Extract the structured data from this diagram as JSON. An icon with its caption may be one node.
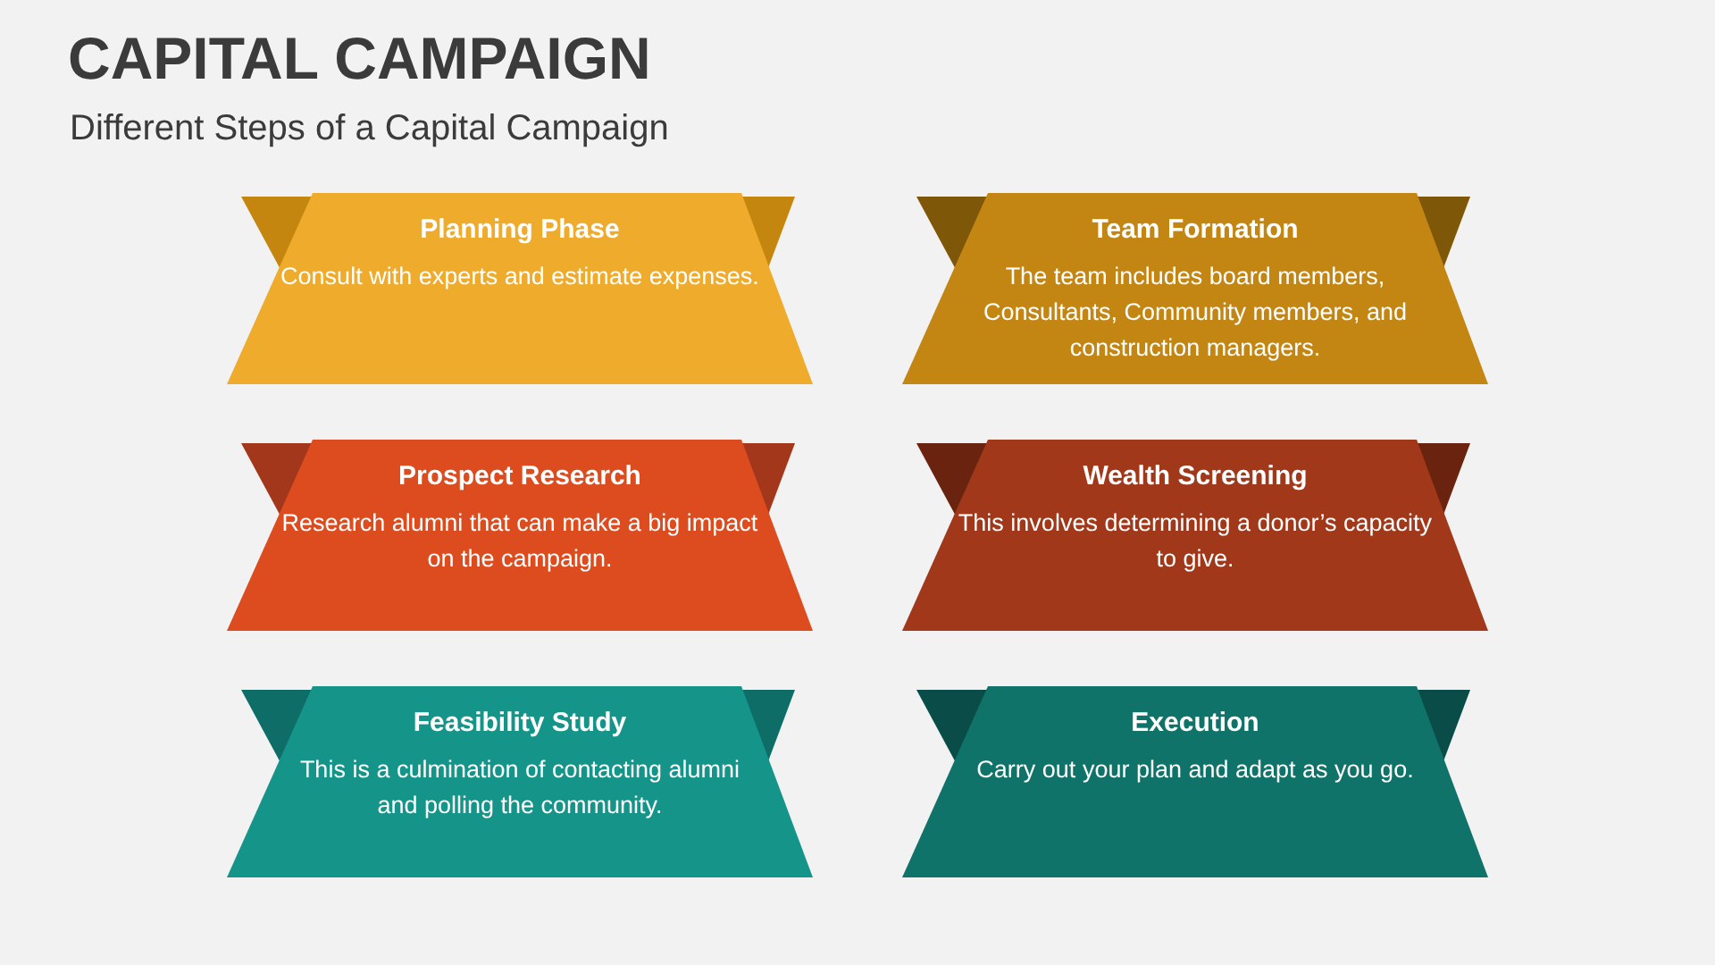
{
  "diagram": {
    "title": "CAPITAL CAMPAIGN",
    "caption": "Different Steps of a Capital Campaign",
    "nodes": [
      {
        "text": [
          "Planning Phase",
          "Consult with experts and estimate expenses."
        ]
      },
      {
        "text": [
          "Team Formation",
          "The team includes board members, Consultants, Community members, and construction managers."
        ]
      },
      {
        "text": [
          "Prospect Research",
          "Research alumni that can make a big impact on the campaign."
        ]
      },
      {
        "text": [
          "Wealth Screening",
          "This involves determining a donor’s capacity to give."
        ]
      },
      {
        "text": [
          "Feasibility Study",
          "This is a culmination of contacting alumni and polling the community."
        ]
      },
      {
        "text": [
          "Execution",
          "Carry out your plan and adapt as you go."
        ]
      }
    ]
  }
}
